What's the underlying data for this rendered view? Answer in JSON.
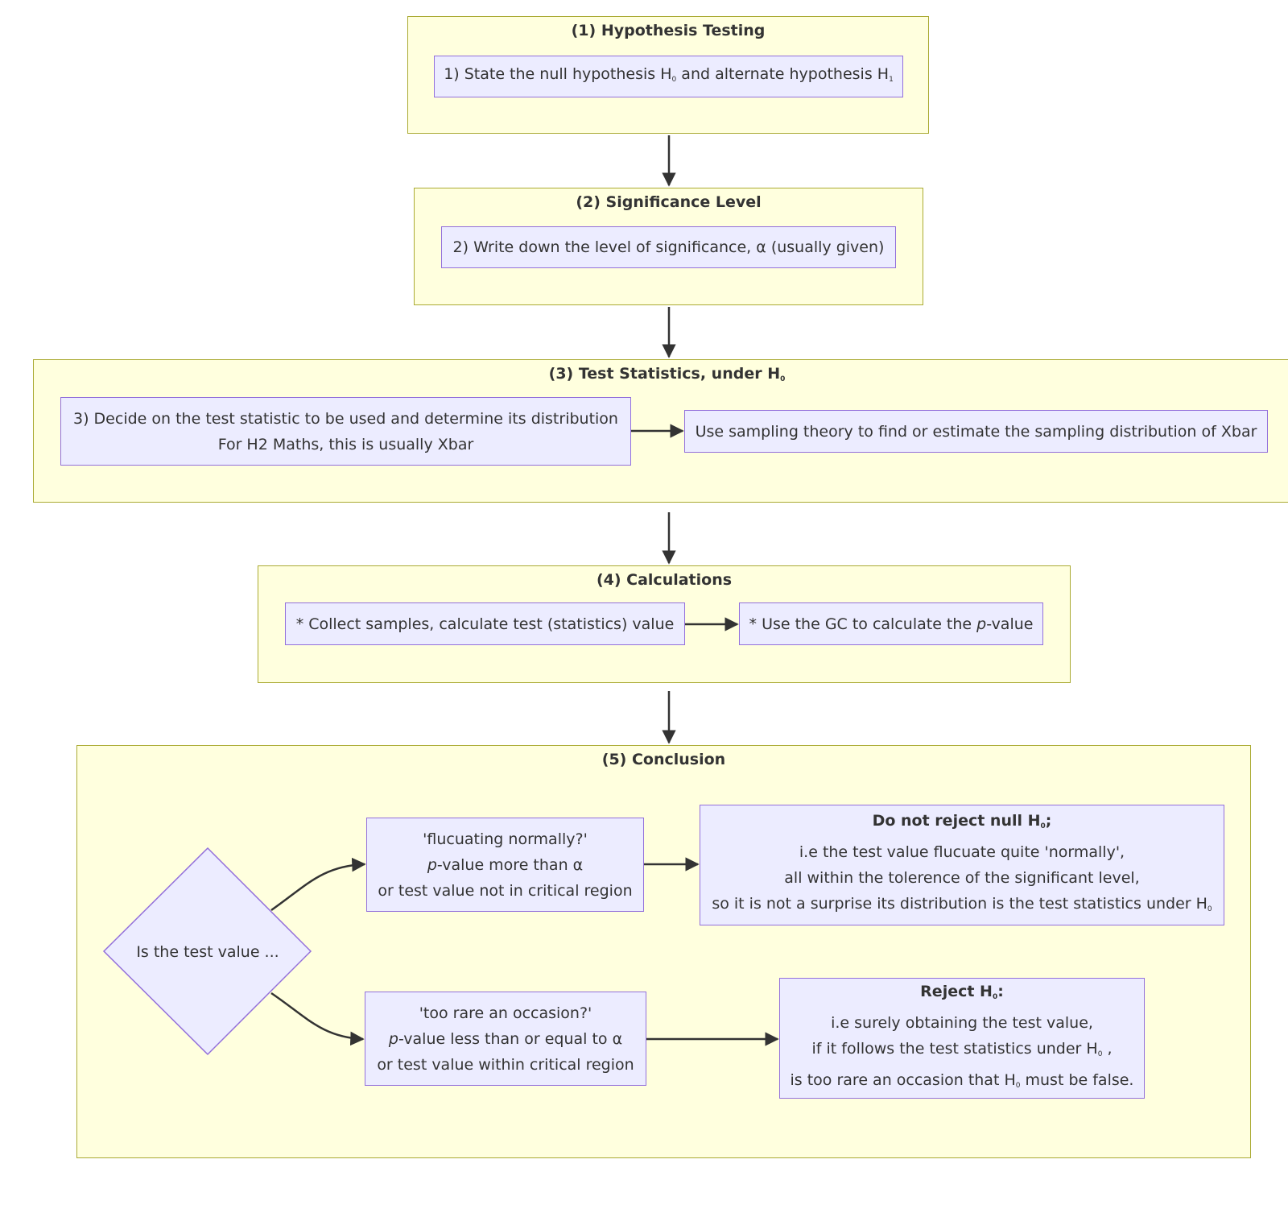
{
  "clusters": {
    "c1": {
      "title": "(1) Hypothesis Testing"
    },
    "c2": {
      "title": "(2) Significance Level"
    },
    "c3": {
      "title_pre": "(3) Test Statistics, under H",
      "title_sub": "0"
    },
    "c4": {
      "title": "(4) Calculations"
    },
    "c5": {
      "title": "(5) Conclusion"
    }
  },
  "nodes": {
    "state_hyp": {
      "pre": "1) State the null hypothesis H",
      "sub0": "0",
      "mid": " and alternate hypothesis H",
      "sub1": "1"
    },
    "significance": {
      "text": "2) Write down the level of significance, α (usually given)"
    },
    "decide_stat": {
      "line1": "3) Decide on the test statistic to be used and determine its distribution",
      "line2": "For H2 Maths, this is usually Xbar"
    },
    "sampling_theory": {
      "text": "Use sampling theory to find or estimate the sampling distribution of Xbar"
    },
    "collect_samples": {
      "text": "* Collect samples, calculate test (statistics) value"
    },
    "use_gc": {
      "pre": "* Use the GC to calculate the ",
      "italic": "p",
      "post": "-value"
    },
    "decision": {
      "text": "Is the test value ..."
    },
    "fluctuating": {
      "line1": "'flucuating normally?'",
      "line2_italic": "p",
      "line2_rest": "-value more than α",
      "line3": "or test value not in critical region"
    },
    "too_rare": {
      "line1": "'too rare an occasion?'",
      "line2_italic": "p",
      "line2_rest": "-value less than or equal to α",
      "line3": "or test value within critical region"
    },
    "do_not_reject": {
      "title_pre": "Do not reject null H",
      "title_sub": "0",
      "title_post": ";",
      "line2": "i.e the test value flucuate quite 'normally',",
      "line3": "all within the tolerence of the significant level,",
      "line4_pre": "so it is not a surprise its distribution is the test statistics under H",
      "line4_sub": "0"
    },
    "reject": {
      "title_pre": "Reject H",
      "title_sub": "0",
      "title_post": ":",
      "line2": "i.e surely obtaining the test value,",
      "line3_pre": "if it follows the test statistics under H",
      "line3_sub": "0",
      "line3_post": " ,",
      "line4_pre": "is too rare an occasion that H",
      "line4_sub": "0",
      "line4_post": " must be false."
    }
  },
  "colors": {
    "cluster_fill": "#ffffde",
    "cluster_border": "#aaaa33",
    "node_fill": "#ececff",
    "node_border": "#9370db",
    "edge": "#333333"
  }
}
